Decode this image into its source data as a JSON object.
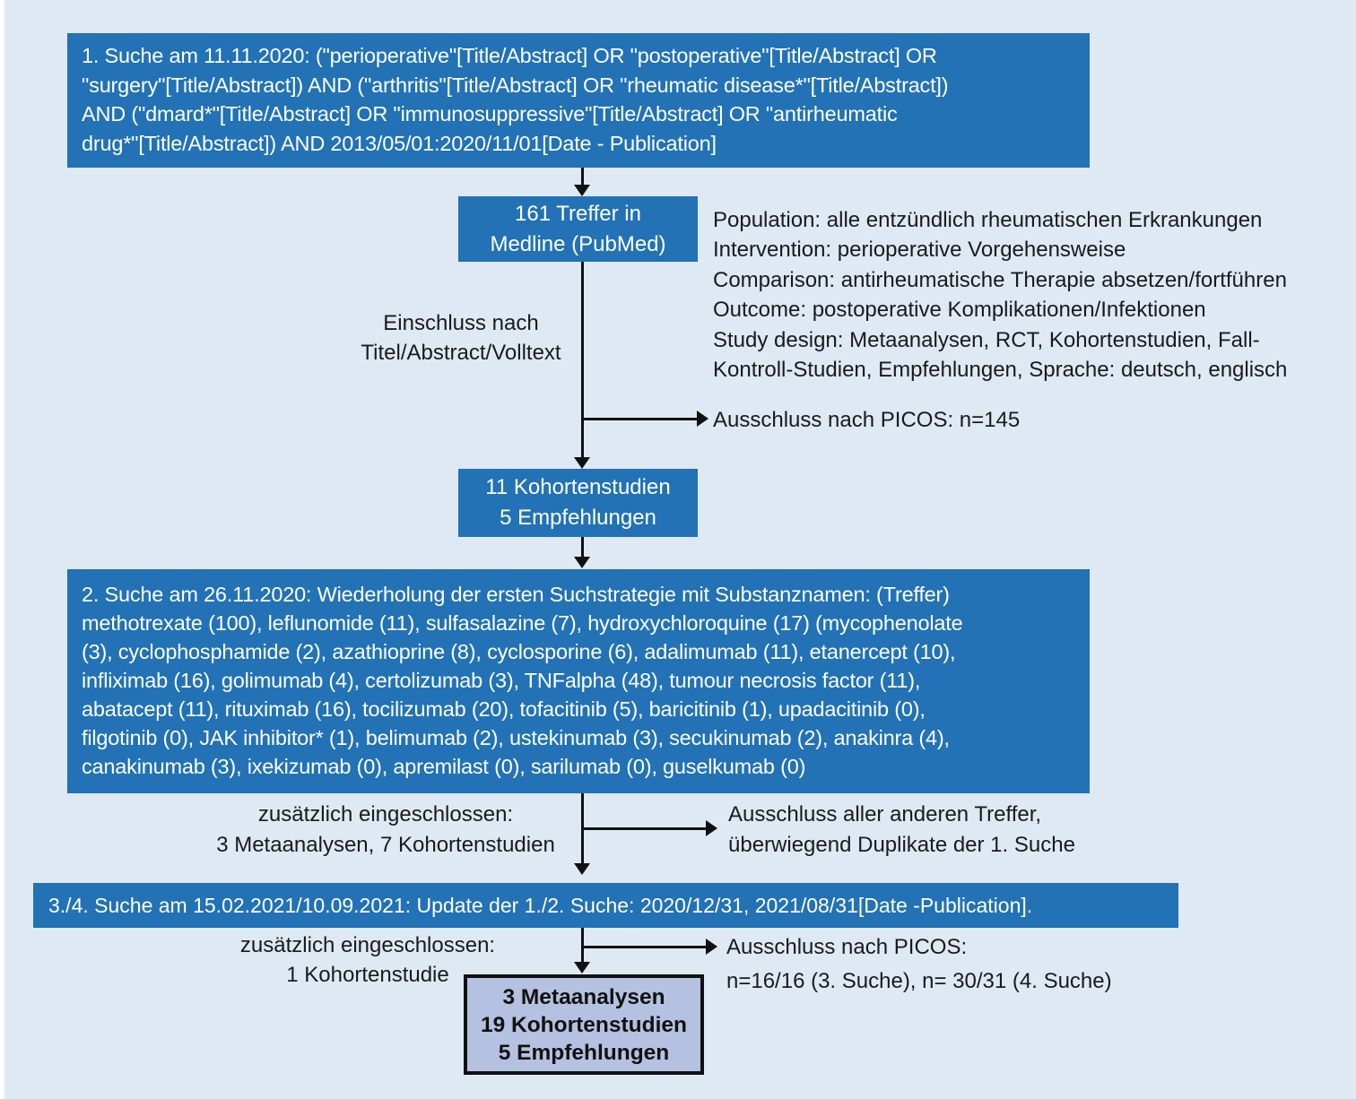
{
  "palette": {
    "page_background": "#dee9f4",
    "search_box_blue": "#2272b5",
    "search_box_text": "#ffffff",
    "final_box_fill": "#b5c1e0",
    "final_box_border": "#111111",
    "annotation_text": "#1a1a1a",
    "connector_color": "#111111"
  },
  "flow": {
    "search1_lines": [
      "1. Suche am 11.11.2020: (\"perioperative\"[Title/Abstract] OR \"postoperative\"[Title/Abstract] OR",
      "\"surgery\"[Title/Abstract]) AND (\"arthritis\"[Title/Abstract] OR \"rheumatic disease*\"[Title/Abstract])",
      "AND (\"dmard*\"[Title/Abstract] OR \"immunosuppressive\"[Title/Abstract] OR \"antirheumatic",
      "drug*\"[Title/Abstract]) AND 2013/05/01:2020/11/01[Date - Publication]"
    ],
    "hits_lines": [
      "161 Treffer in",
      "Medline (PubMed)"
    ],
    "picos_lines": [
      "Population: alle entzündlich rheumatischen Erkrankungen",
      "Intervention: perioperative Vorgehensweise",
      "Comparison: antirheumatische Therapie absetzen/fortführen",
      "Outcome: postoperative Komplikationen/Infektionen",
      "Study design: Metaanalysen, RCT, Kohortenstudien, Fall-",
      "Kontroll-Studien, Empfehlungen, Sprache: deutsch, englisch"
    ],
    "einschluss_lines": [
      "Einschluss nach",
      "Titel/Abstract/Volltext"
    ],
    "ausschluss1_label": "Ausschluss nach PICOS: n=145",
    "included1_lines": [
      "11 Kohortenstudien",
      "5 Empfehlungen"
    ],
    "search2_lines": [
      "2. Suche am 26.11.2020:  Wiederholung der ersten Suchstrategie mit Substanznamen: (Treffer)",
      "methotrexate (100), leflunomide (11), sulfasalazine (7), hydroxychloroquine (17) (mycophenolate",
      "(3), cyclophosphamide (2), azathioprine (8), cyclosporine (6), adalimumab (11), etanercept (10),",
      "infliximab (16), golimumab (4), certolizumab (3), TNFalpha (48), tumour necrosis factor (11),",
      "abatacept (11), rituximab (16), tocilizumab (20), tofacitinib (5), baricitinib (1), upadacitinib (0),",
      "filgotinib (0), JAK inhibitor* (1), belimumab (2), ustekinumab (3), secukinumab (2), anakinra (4),",
      "canakinumab (3), ixekizumab (0), apremilast (0), sarilumab (0), guselkumab (0)"
    ],
    "added2_lines": [
      "zusätzlich eingeschlossen:",
      "3 Metaanalysen, 7 Kohortenstudien"
    ],
    "ausschluss2_lines": [
      "Ausschluss aller anderen Treffer,",
      "überwiegend Duplikate der 1. Suche"
    ],
    "search34_text": "3./4. Suche am 15.02.2021/10.09.2021: Update der 1./2. Suche: 2020/12/31, 2021/08/31[Date -Publication].",
    "added34_lines": [
      "zusätzlich eingeschlossen:",
      "1 Kohortenstudie"
    ],
    "ausschluss34_line1": "Ausschluss nach PICOS:",
    "ausschluss34_line2": "n=16/16 (3. Suche), n= 30/31 (4. Suche)",
    "final_lines": [
      "3 Metaanalysen",
      "19 Kohortenstudien",
      "5 Empfehlungen"
    ]
  }
}
